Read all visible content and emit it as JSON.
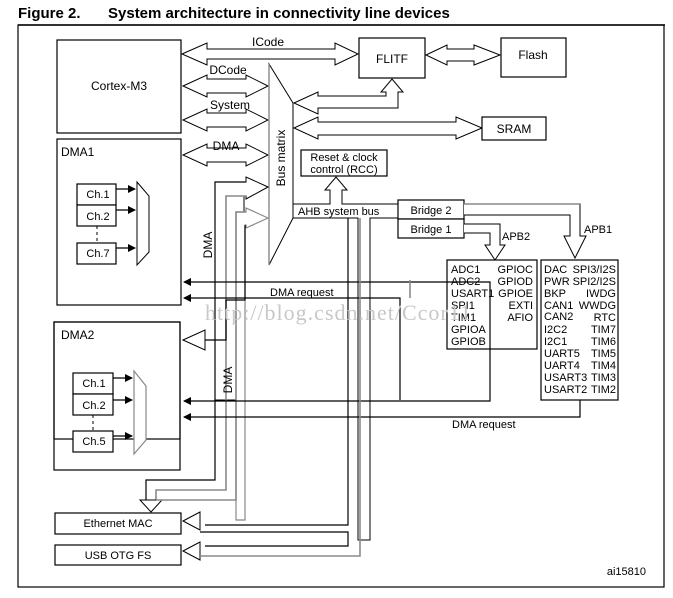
{
  "figure": {
    "number": "Figure 2.",
    "title": "System architecture in connectivity line devices",
    "ref_id": "ai15810"
  },
  "blocks": {
    "cortex": "Cortex-M3",
    "flitf": "FLITF",
    "flash": "Flash",
    "sram": "SRAM",
    "rcc_line1": "Reset & clock",
    "rcc_line2": "control (RCC)",
    "bridge2": "Bridge  2",
    "bridge1": "Bridge  1",
    "ethernet": "Ethernet MAC",
    "usb": "USB OTG FS",
    "bus_matrix": "Bus matrix"
  },
  "dma1": {
    "label": "DMA1",
    "channels": [
      "Ch.1",
      "Ch.2",
      "Ch.7"
    ]
  },
  "dma2": {
    "label": "DMA2",
    "channels": [
      "Ch.1",
      "Ch.2",
      "Ch.5"
    ]
  },
  "buses": {
    "icode": "ICode",
    "dcode": "DCode",
    "system": "System",
    "dma": "DMA",
    "dma_vert1": "DMA",
    "dma_vert2": "DMA",
    "ahb": "AHB system bus",
    "apb1": "APB1",
    "apb2": "APB2",
    "dma_request1": "DMA request",
    "dma_request2": "DMA request"
  },
  "apb2_peripherals": {
    "left": [
      "ADC1",
      "ADC2",
      "USART1",
      "SPI1",
      "TIM1",
      "GPIOA",
      "GPIOB"
    ],
    "right": [
      "GPIOC",
      "GPIOD",
      "GPIOE",
      "EXTI",
      "AFIO"
    ]
  },
  "apb1_peripherals": {
    "left": [
      "DAC",
      "PWR",
      "BKP",
      "CAN1",
      "CAN2",
      "I2C2",
      "I2C1",
      "UART5",
      "UART4",
      "USART3",
      "USART2"
    ],
    "right": [
      "SPI3/I2S",
      "SPI2/I2S",
      "IWDG",
      "WWDG",
      "RTC",
      "TIM7",
      "TIM6",
      "TIM5",
      "TIM4",
      "TIM3",
      "TIM2"
    ]
  },
  "watermark": "http://blog.csdn.net/Ccor11"
}
